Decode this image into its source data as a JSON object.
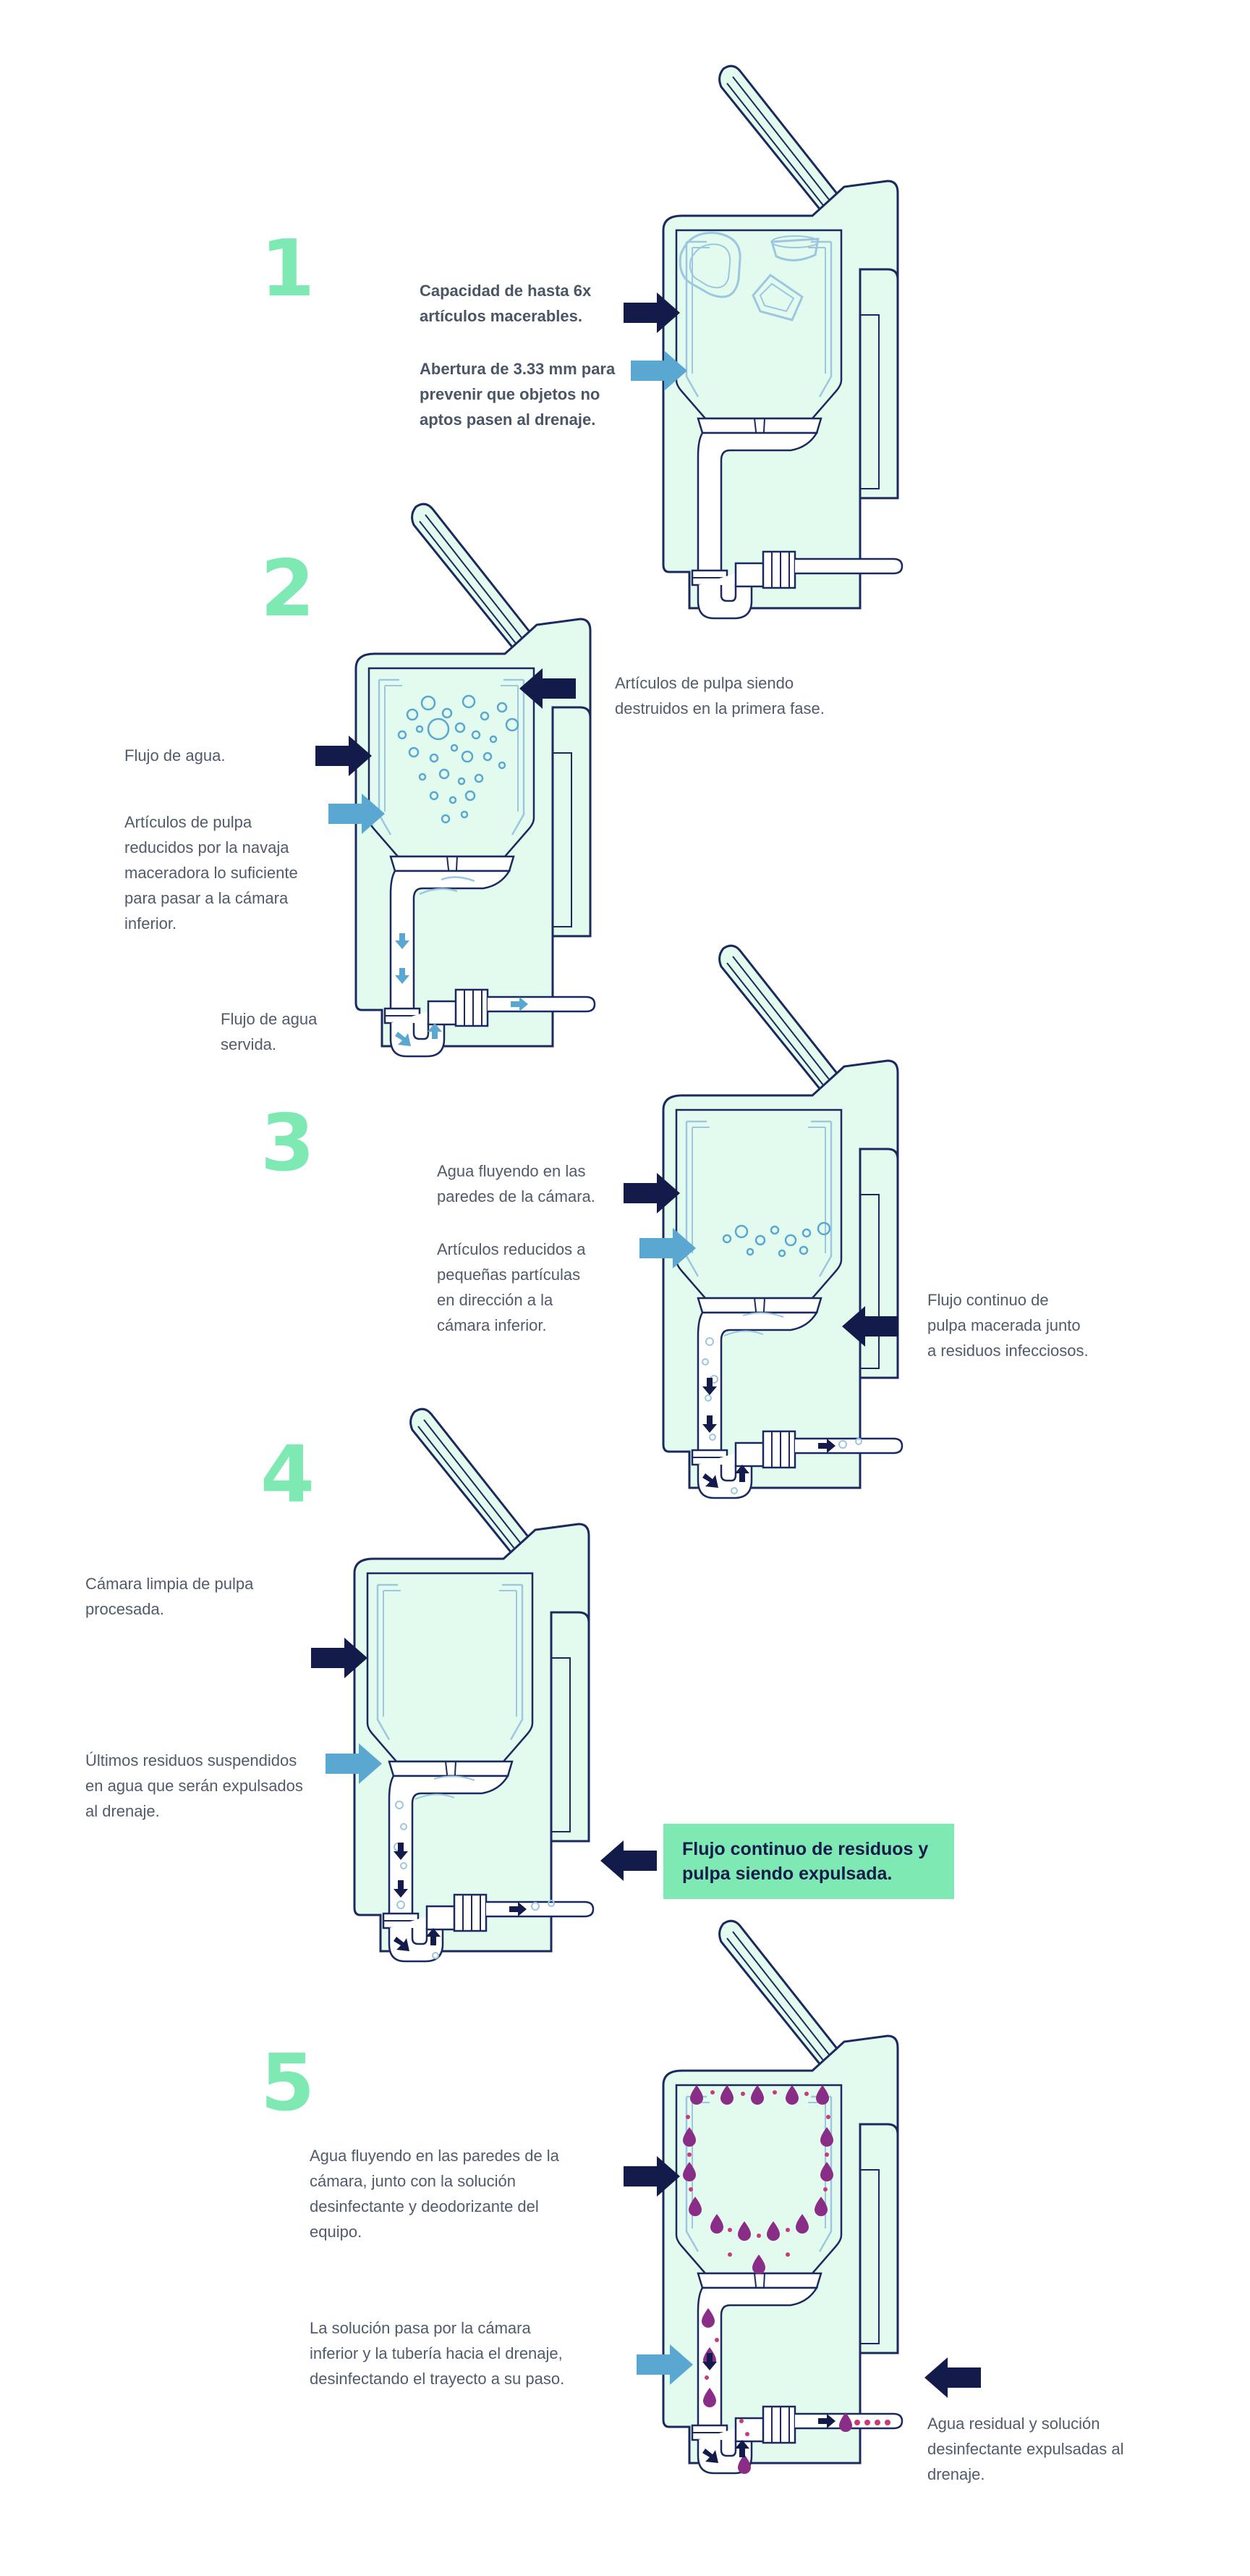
{
  "colors": {
    "accent_green": "#7ee9b2",
    "body_fill": "#e3fbef",
    "outline": "#1b2a5e",
    "arrow_dark": "#121b4a",
    "arrow_light": "#5aa7d2",
    "drop_purple": "#8a2d87",
    "text": "#515b6b"
  },
  "steps": [
    {
      "number": "1",
      "labels": [
        {
          "lines": [
            "Capacidad de hasta 6x",
            "artículos macerables."
          ]
        },
        {
          "lines": [
            "Abertura de 3.33 mm para",
            "prevenir que objetos no",
            "aptos pasen al drenaje."
          ]
        }
      ]
    },
    {
      "number": "2",
      "labels": [
        {
          "lines": [
            "Artículos de pulpa siendo",
            "destruidos en la primera fase."
          ]
        },
        {
          "lines": [
            "Flujo de agua."
          ]
        },
        {
          "lines": [
            "Artículos de pulpa",
            "reducidos por la navaja",
            "maceradora lo suficiente",
            "para pasar a la cámara",
            "inferior."
          ]
        },
        {
          "lines": [
            "Flujo de agua",
            "servida."
          ]
        }
      ]
    },
    {
      "number": "3",
      "labels": [
        {
          "lines": [
            "Agua fluyendo en las",
            "paredes de la cámara."
          ]
        },
        {
          "lines": [
            "Artículos reducidos a",
            "pequeñas partículas",
            "en dirección a la",
            "cámara inferior."
          ]
        },
        {
          "lines": [
            "Flujo continuo de",
            "pulpa macerada junto",
            "a residuos infecciosos."
          ]
        }
      ]
    },
    {
      "number": "4",
      "labels": [
        {
          "lines": [
            "Cámara limpia de pulpa",
            "procesada."
          ]
        },
        {
          "lines": [
            "Últimos residuos suspendidos",
            "en agua que serán expulsados",
            "al drenaje."
          ]
        }
      ],
      "highlight": [
        "Flujo continuo de residuos y",
        "pulpa siendo expulsada."
      ]
    },
    {
      "number": "5",
      "labels": [
        {
          "lines": [
            "Agua fluyendo en las paredes de la",
            "cámara, junto con la solución",
            "desinfectante y deodorizante del",
            "equipo."
          ]
        },
        {
          "lines": [
            "La solución pasa por la cámara",
            "inferior y la tubería hacia el drenaje,",
            "desinfectando el trayecto a su paso."
          ]
        },
        {
          "lines": [
            "Agua residual y solución",
            "desinfectante expulsadas al",
            "drenaje."
          ]
        }
      ]
    }
  ]
}
